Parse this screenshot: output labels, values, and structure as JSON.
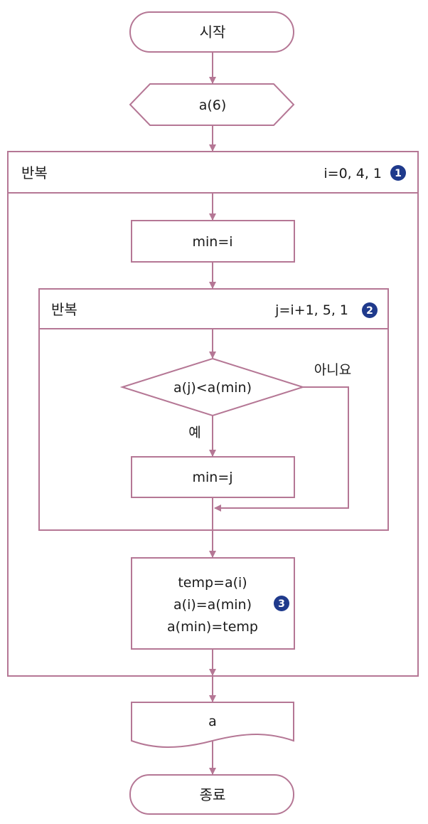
{
  "start": "시작",
  "input": "a(6)",
  "outer_loop": {
    "label": "반복",
    "range": "i=0, 4, 1",
    "badge": "1"
  },
  "assign_min_i": "min=i",
  "inner_loop": {
    "label": "반복",
    "range": "j=i+1, 5, 1",
    "badge": "2"
  },
  "decision": {
    "condition": "a(j)<a(min)",
    "yes": "예",
    "no": "아니요"
  },
  "assign_min_j": "min=j",
  "swap": {
    "lines": [
      "temp=a(i)",
      "a(i)=a(min)",
      "a(min)=temp"
    ],
    "badge": "3"
  },
  "output": "a",
  "end": "종료",
  "colors": {
    "line": "#b57795",
    "badge": "#1f3a8c",
    "text": "#1a1a1a"
  }
}
